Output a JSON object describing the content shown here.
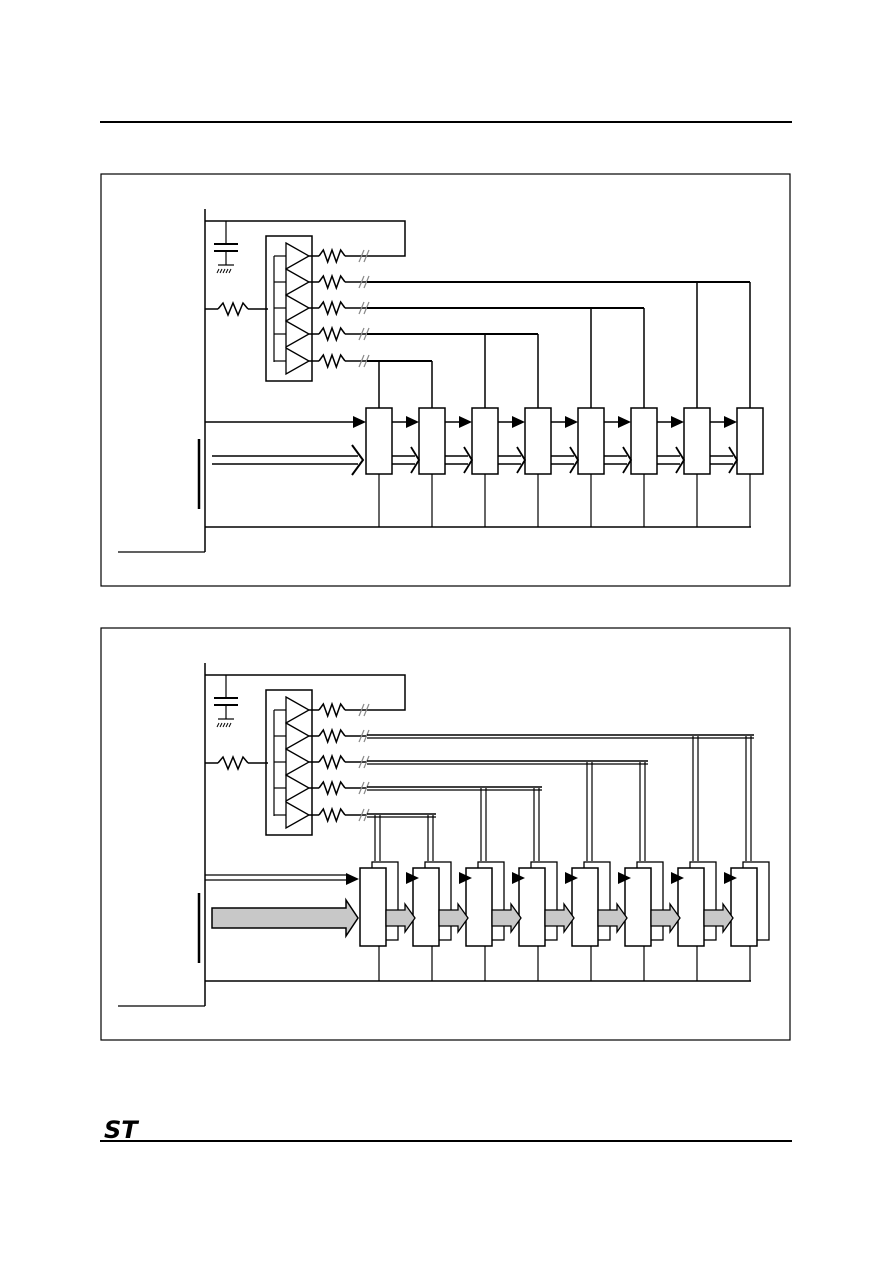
{
  "page": {
    "logo": "ST"
  },
  "figures": [
    {
      "id": "figure-1",
      "variant": "single",
      "buffer_count": 5,
      "block_count": 8
    },
    {
      "id": "figure-2",
      "variant": "double",
      "buffer_count": 5,
      "block_count": 8
    }
  ]
}
